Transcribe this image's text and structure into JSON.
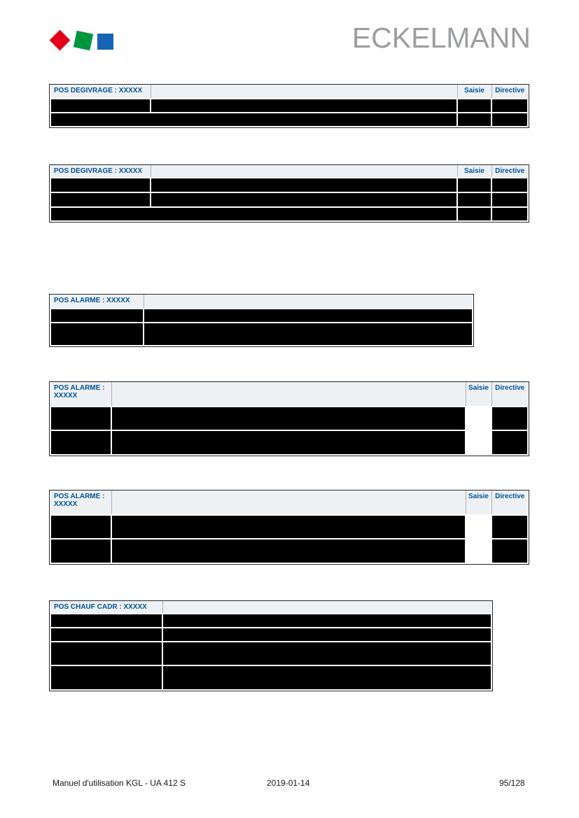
{
  "header": {
    "brand": "ECKELMANN"
  },
  "colors": {
    "accent": "#00529b",
    "header_bg": "#eef1f4",
    "redacted": "#000000",
    "brand": "#9b9da0",
    "logo_red": "#e2001a",
    "logo_green": "#009640",
    "logo_blue": "#1565b4",
    "border_dark": "#23282d",
    "hdr_sep": "#aab1b7",
    "footer_text": "#161616"
  },
  "tables": [
    {
      "title": "POS DEGIVRAGE : XXXXX",
      "col_saisie": "Saisie",
      "col_directive": "Directive",
      "row_count": 2
    },
    {
      "title": "POS DEGIVRAGE : XXXXX",
      "col_saisie": "Saisie",
      "col_directive": "Directive",
      "row_count": 3
    },
    {
      "title": "POS ALARME : XXXXX",
      "row_count": 2
    },
    {
      "title": "POS ALARME : XXXXX",
      "col_saisie": "Saisie",
      "col_directive": "Directive",
      "row_count": 2
    },
    {
      "title": "POS ALARME : XXXXX",
      "col_saisie": "Saisie",
      "col_directive": "Directive",
      "row_count": 2
    },
    {
      "title": "POS CHAUF CADR : XXXXX",
      "row_count": 4
    }
  ],
  "footer": {
    "left": "Manuel d'utilisation KGL - UA 412 S",
    "center": "2019-01-14",
    "right": "95/128"
  }
}
